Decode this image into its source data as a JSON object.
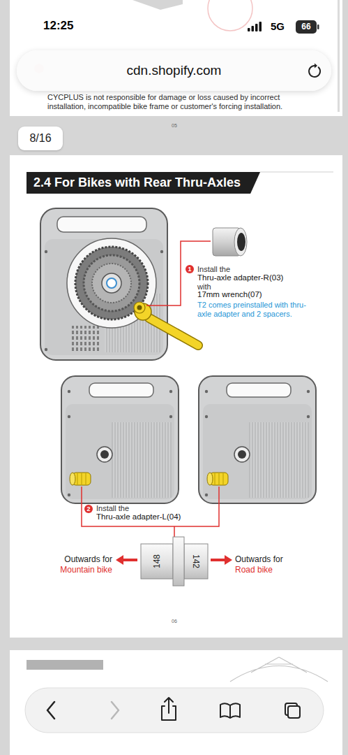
{
  "diagram": {
    "title": "2.4 For Bikes with Rear Thru-Axles",
    "nodes": [
      {
        "text": [
          "66"
        ]
      },
      {
        "text": [
          "cdn.shopify.com"
        ]
      },
      {
        "text": [
          "8/16"
        ]
      },
      {
        "text": [
          "1"
        ]
      },
      {
        "text": [
          "2"
        ]
      }
    ],
    "labels": [
      "12:25",
      "5G",
      "CYCPLUS is not responsible for damage or loss caused by incorrect installation, incompatible bike frame or customer's forcing installation.",
      "05",
      "Install the",
      "Thru-axle adapter-R(03)",
      "with",
      "17mm wrench(07)",
      "T2 comes preinstalled with thru-axle adapter and 2 spacers.",
      "Install the",
      "Thru-axle adapter-L(04)",
      "148",
      "142",
      "Outwards for",
      "Mountain bike",
      "Outwards for",
      "Road bike",
      "06"
    ]
  }
}
